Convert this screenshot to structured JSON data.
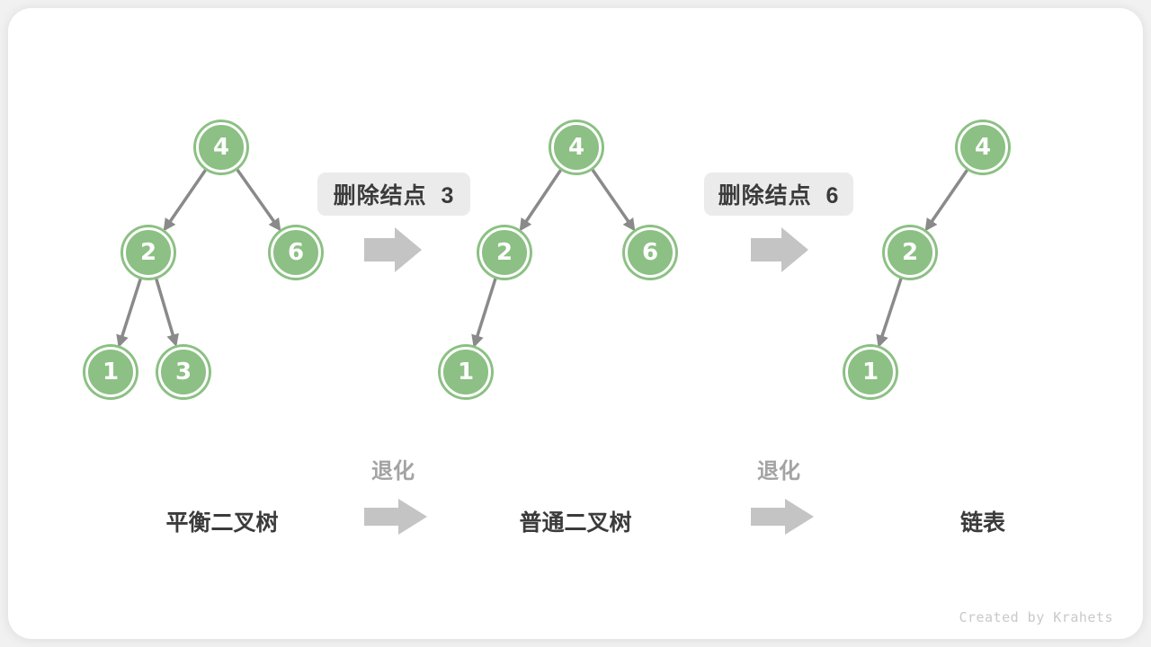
{
  "page": {
    "watermark": "Created by Krahets"
  },
  "colors": {
    "node_green": "#8CC084",
    "edge_gray": "#8A8A8A",
    "block_arrow_gray": "#C4C4C4",
    "label_box_bg": "#EBEBEB",
    "dark_text": "#3B3B3B",
    "degrade_text": "#A3A3A3",
    "watermark_text": "#C9C9C9",
    "card_bg": "#FFFFFF",
    "page_bg": "#F1F1F1"
  },
  "trees": [
    {
      "label": "平衡二叉树",
      "nodes": [
        {
          "value": "4"
        },
        {
          "value": "2"
        },
        {
          "value": "6"
        },
        {
          "value": "1"
        },
        {
          "value": "3"
        }
      ]
    },
    {
      "label": "普通二叉树",
      "nodes": [
        {
          "value": "4"
        },
        {
          "value": "2"
        },
        {
          "value": "6"
        },
        {
          "value": "1"
        }
      ]
    },
    {
      "label": "链表",
      "nodes": [
        {
          "value": "4"
        },
        {
          "value": "2"
        },
        {
          "value": "1"
        }
      ]
    }
  ],
  "transitions": [
    {
      "label": "删除结点  3"
    },
    {
      "label": "删除结点  6"
    }
  ],
  "labels": {
    "degrade": "退化"
  }
}
